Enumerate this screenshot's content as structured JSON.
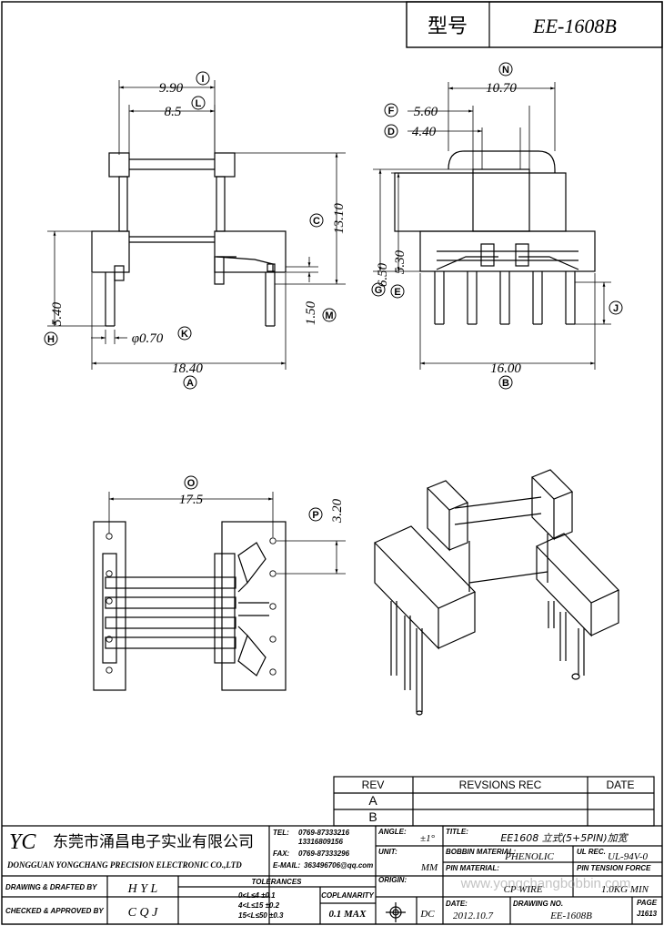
{
  "header": {
    "model_label": "型号",
    "model_value": "EE-1608B"
  },
  "views": {
    "front": {
      "dims": {
        "d990": "9.90",
        "d85": "8.5",
        "d1310": "13.10",
        "d540": "5.40",
        "d150": "1.50",
        "d070": "φ0.70",
        "d1840": "18.40"
      },
      "markers": {
        "I": "I",
        "L": "L",
        "C": "C",
        "H": "H",
        "M": "M",
        "K": "K",
        "A": "A"
      }
    },
    "side": {
      "dims": {
        "d1070": "10.70",
        "d560": "5.60",
        "d440": "4.40",
        "d650": "6.50",
        "d530": "5.30",
        "d1600": "16.00"
      },
      "markers": {
        "N": "N",
        "F": "F",
        "D": "D",
        "G": "G",
        "E": "E",
        "J": "J",
        "B": "B"
      }
    },
    "bottom": {
      "dims": {
        "d175": "17.5",
        "d320": "3.20"
      },
      "markers": {
        "O": "O",
        "P": "P"
      }
    }
  },
  "revisions": {
    "rev_header": "REV",
    "desc_header": "REVSIONS REC",
    "date_header": "DATE",
    "rows": [
      "A",
      "B"
    ]
  },
  "title_block": {
    "logo": "YC",
    "company_cn": "东莞市涌昌电子实业有限公司",
    "company_en": "DONGGUAN YONGCHANG PRECISION ELECTRONIC CO.,LTD",
    "tel_label": "TEL:",
    "tel_value": "0769-87333216",
    "tel_value2": "13316809156",
    "fax_label": "FAX:",
    "fax_value": "0769-87333296",
    "email_label": "E-MAIL:",
    "email_value": "363496706@qq.com",
    "drawn_label": "DRAWING & DRAFTED BY",
    "drawn_value": "H Y L",
    "checked_label": "CHECKED & APPROVED BY",
    "checked_value": "C Q J",
    "tolerances_label": "TOLERANCES",
    "tol_line1": "0<L≤4   ±0.1",
    "tol_line2": "4<L≤15  ±0.2",
    "tol_line3": "15<L≤50 ±0.3",
    "coplanarity_label": "COPLANARITY",
    "coplanarity_value": "0.1 MAX",
    "angle_label": "ANGLE:",
    "angle_value": "±1°",
    "unit_label": "UNIT:",
    "unit_value": "MM",
    "origin_label": "ORIGIN:",
    "origin_value": "DC",
    "title_label": "TITLE:",
    "title_value": "EE1608 立式(5+5PIN)加宽",
    "bobbin_label": "BOBBIN MATERIAL:",
    "bobbin_value": "PHENOLIC",
    "ul_label": "UL REC.",
    "ul_value": "UL-94V-0",
    "pin_label": "PIN MATERIAL:",
    "pin_value": "CP WIRE",
    "tension_label": "PIN TENSION FORCE",
    "tension_value": "1.0KG MIN",
    "date_label": "DATE:",
    "date_value": "2012.10.7",
    "drawing_no_label": "DRAWING NO.",
    "drawing_no_value": "EE-1608B",
    "page_label": "PAGE",
    "page_value": "J1613",
    "watermark": "www.yongchangbobbin.com"
  }
}
